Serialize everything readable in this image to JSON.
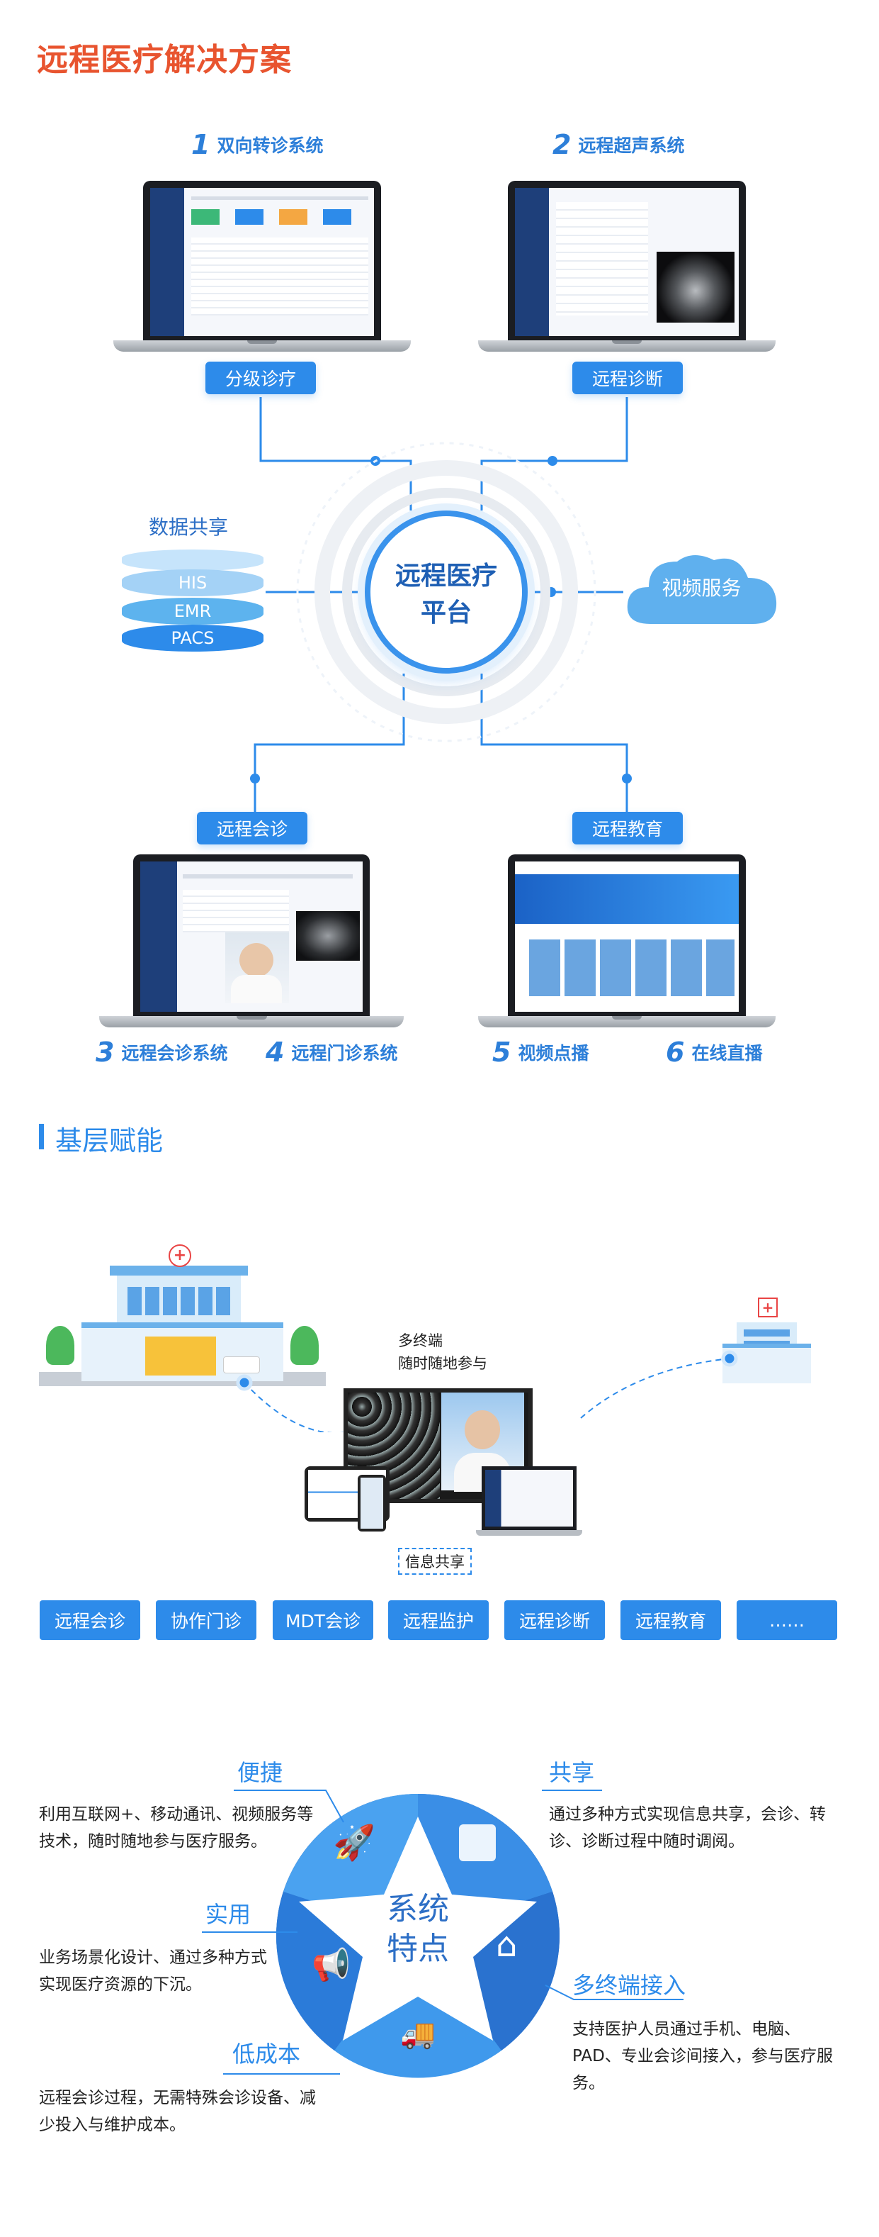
{
  "page_title": "远程医疗解决方案",
  "systems": [
    {
      "num": "1",
      "label": "双向转诊系统"
    },
    {
      "num": "2",
      "label": "远程超声系统"
    },
    {
      "num": "3",
      "label": "远程会诊系统"
    },
    {
      "num": "4",
      "label": "远程门诊系统"
    },
    {
      "num": "5",
      "label": "视频点播"
    },
    {
      "num": "6",
      "label": "在线直播"
    }
  ],
  "connector_labels": {
    "top_left": "分级诊疗",
    "top_right": "远程诊断",
    "bottom_left": "远程会诊",
    "bottom_right": "远程教育"
  },
  "center_label_line1": "远程医疗",
  "center_label_line2": "平台",
  "data_share": {
    "title": "数据共享",
    "layers": [
      "HIS",
      "EMR",
      "PACS"
    ]
  },
  "video_service": "视频服务",
  "section2_title": "基层赋能",
  "multi_terminal_line1": "多终端",
  "multi_terminal_line2": "随时随地参与",
  "info_share": "信息共享",
  "feature_buttons": [
    "远程会诊",
    "协作门诊",
    "MDT会诊",
    "远程监护",
    "远程诊断",
    "远程教育",
    "……"
  ],
  "system_features": {
    "center_line1": "系统",
    "center_line2": "特点",
    "items": [
      {
        "title": "便捷",
        "text": "利用互联网+、移动通讯、视频服务等技术，随时随地参与医疗服务。"
      },
      {
        "title": "共享",
        "text": "通过多种方式实现信息共享，会诊、转诊、诊断过程中随时调阅。"
      },
      {
        "title": "实用",
        "text": "业务场景化设计、通过多种方式实现医疗资源的下沉。"
      },
      {
        "title": "多终端接入",
        "text": "支持医护人员通过手机、电脑、PAD、专业会诊间接入，参与医疗服务。"
      },
      {
        "title": "低成本",
        "text": "远程会诊过程，无需特殊会诊设备、减少投入与维护成本。"
      }
    ]
  },
  "colors": {
    "title": "#e8542f",
    "accent": "#2d8bea",
    "dark_blue": "#1e5fb4"
  }
}
